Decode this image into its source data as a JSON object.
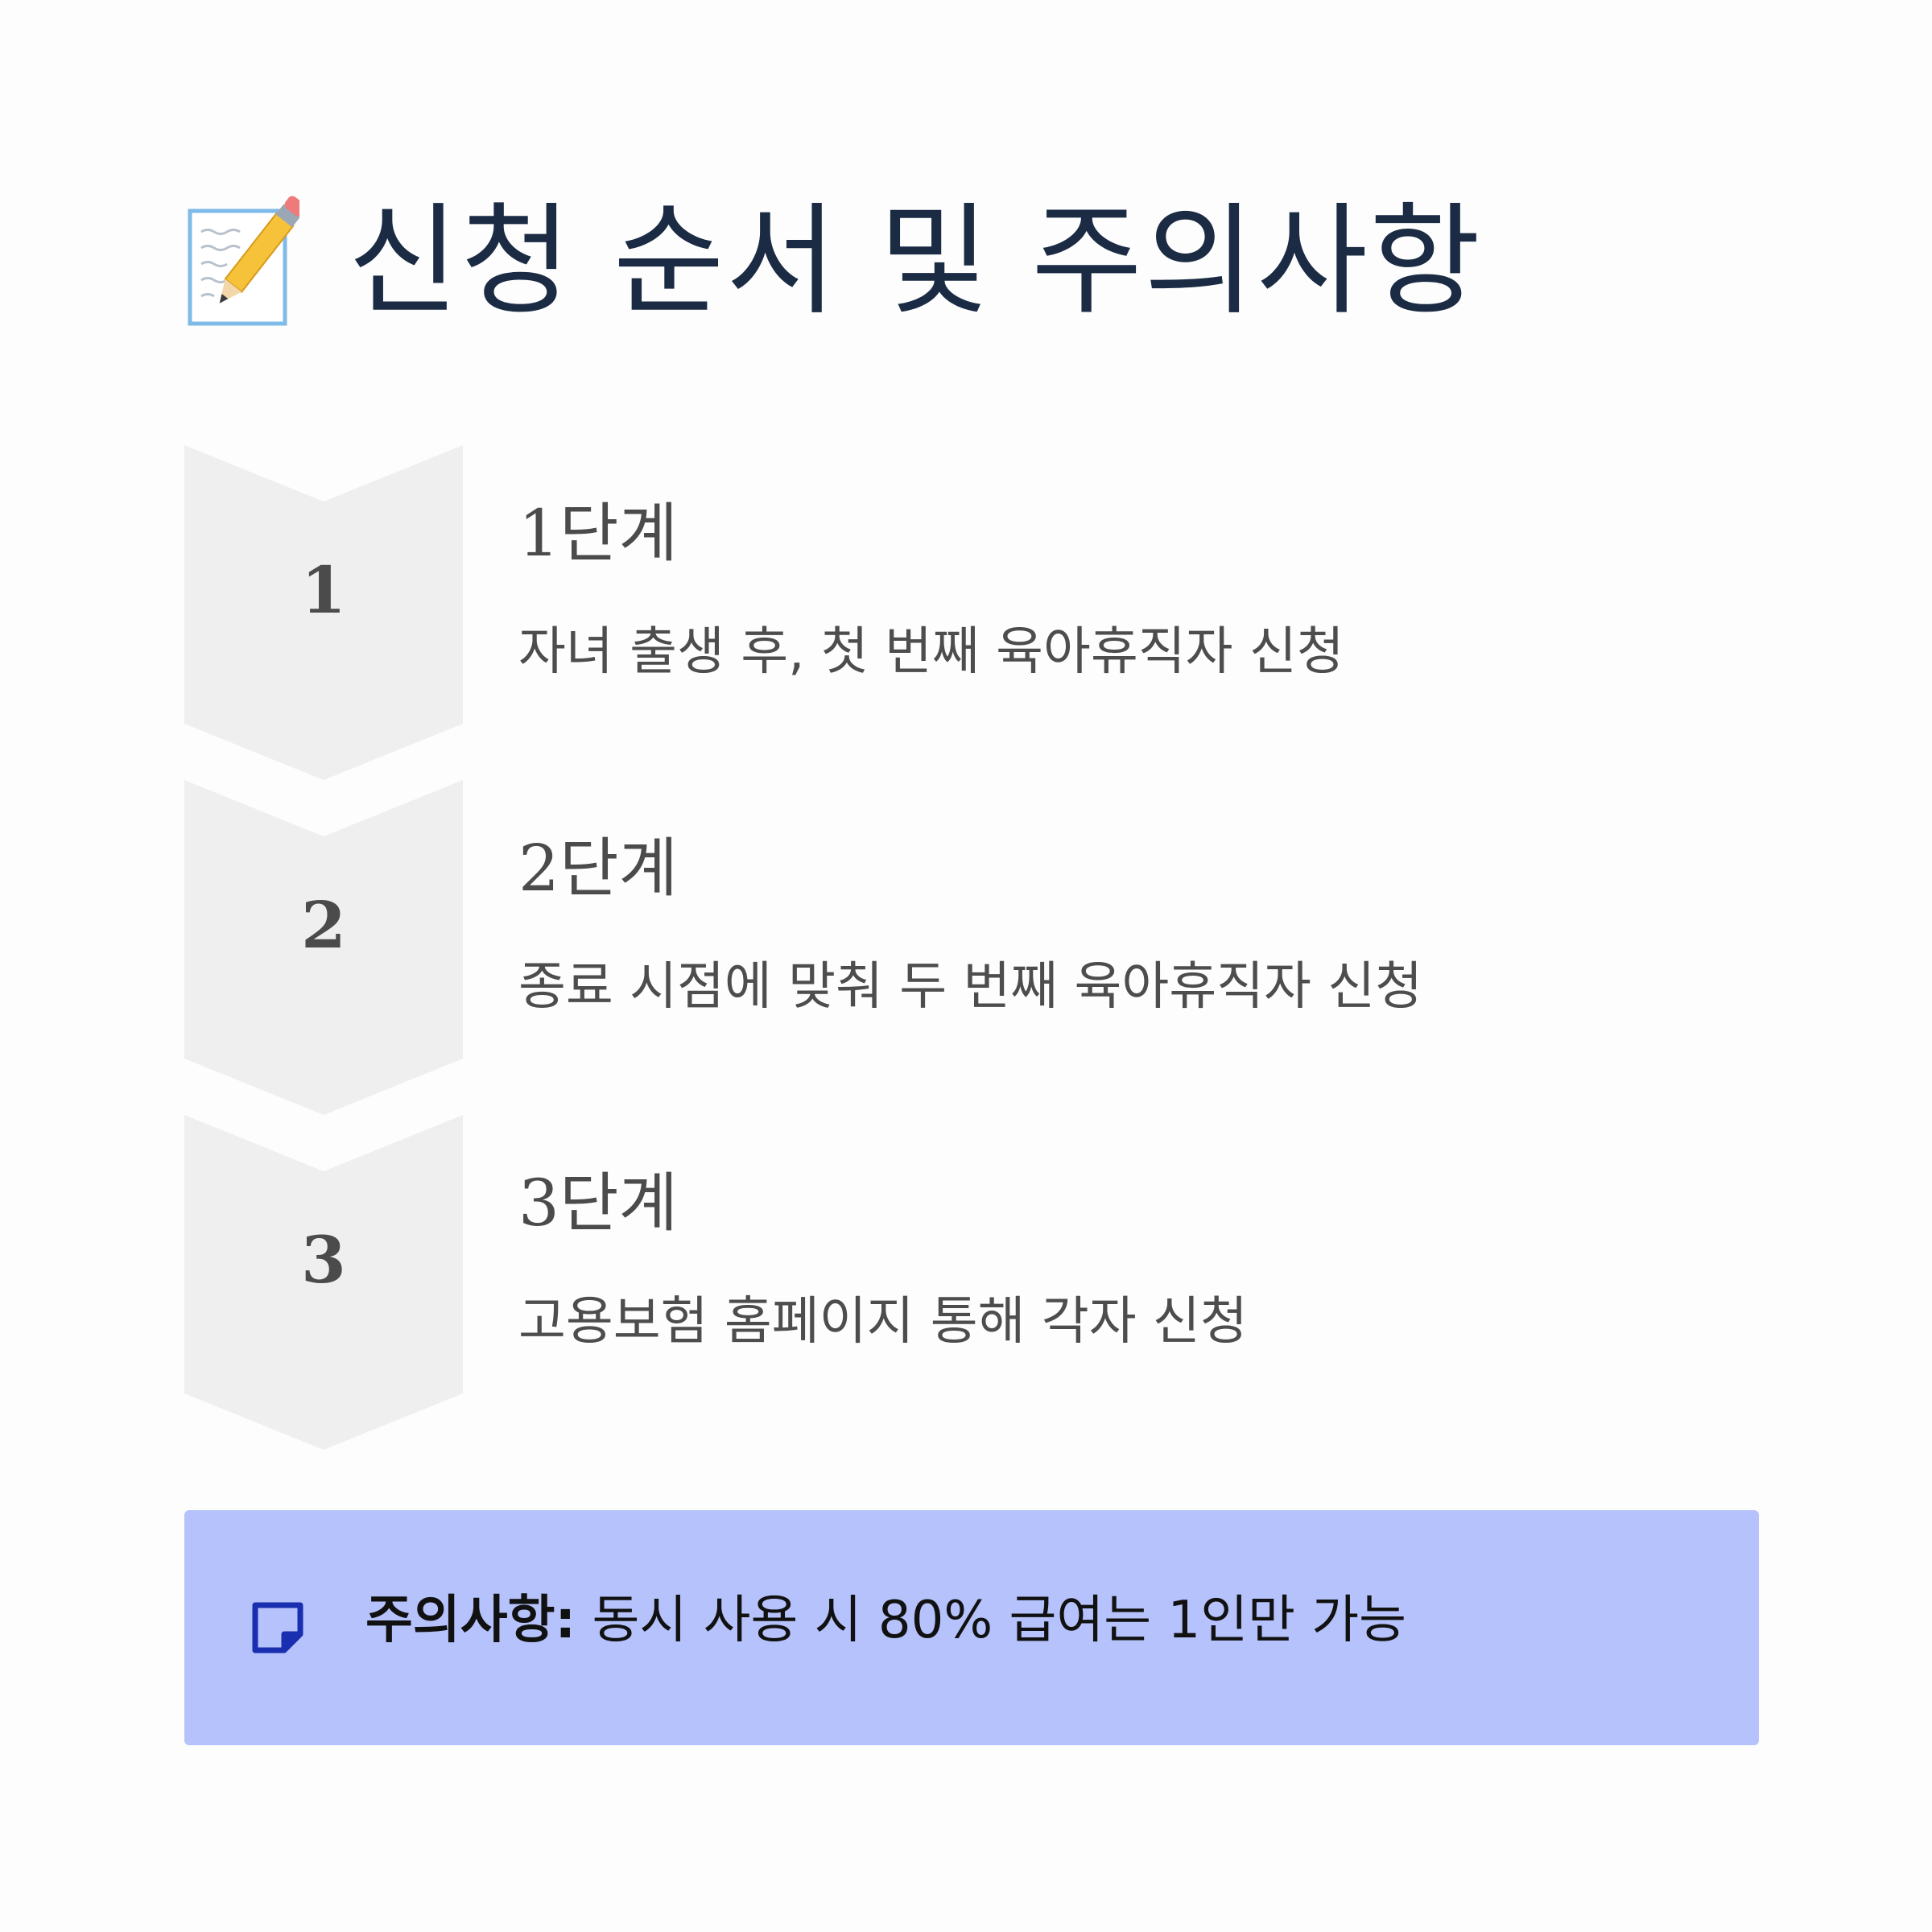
{
  "title": {
    "icon": "memo-pencil-icon",
    "text": "신청 순서 및 주의사항",
    "color": "#1b2b44"
  },
  "steps": [
    {
      "number": "1",
      "title": "1단계",
      "description": "자녀 출생 후, 첫 번째 육아휴직자 신청"
    },
    {
      "number": "2",
      "title": "2단계",
      "description": "종료 시점에 맞춰 두 번째 육아휴직자 신청"
    },
    {
      "number": "3",
      "title": "3단계",
      "description": "고용보험 홈페이지 통해 각자 신청"
    }
  ],
  "notice": {
    "icon": "note-icon",
    "label": "주의사항:",
    "text": " 동시 사용 시 80% 급여는 1인만 가능",
    "background": "#b5c2fb",
    "icon_color": "#1a2fb0"
  },
  "colors": {
    "chevron": "#f0eff0",
    "background": "#fdfdfd"
  }
}
